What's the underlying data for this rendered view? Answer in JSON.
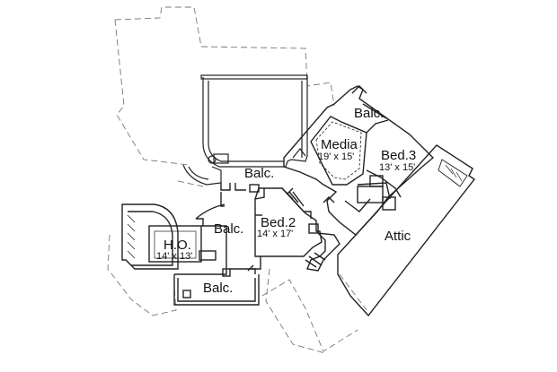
{
  "rooms": {
    "media": {
      "name": "Media",
      "dims": "19' x 15'"
    },
    "bed3": {
      "name": "Bed.3",
      "dims": "13' x 15'"
    },
    "bed2": {
      "name": "Bed.2",
      "dims": "14' x 17'"
    },
    "ho": {
      "name": "H.O.",
      "dims": "14' x 13'"
    },
    "attic": {
      "name": "Attic"
    },
    "balc_top": {
      "name": "Balc."
    },
    "balc_center": {
      "name": "Balc."
    },
    "balc_left": {
      "name": "Balc."
    },
    "balc_bottom": {
      "name": "Balc."
    }
  }
}
